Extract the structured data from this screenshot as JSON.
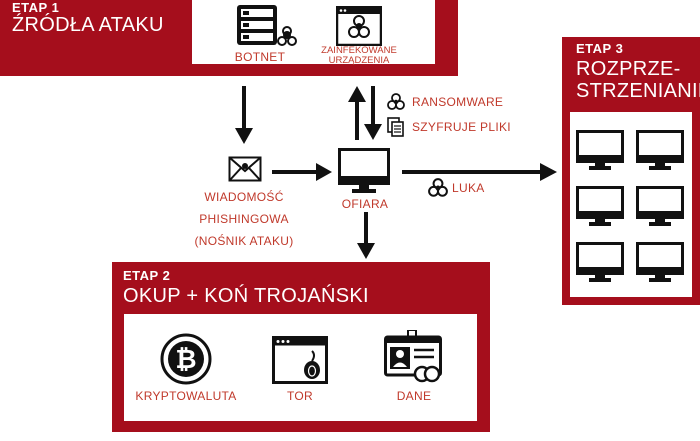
{
  "stage1": {
    "tag": "ETAP 1",
    "title": "ŹRÓDŁA ATAKU",
    "botnet": "BOTNET",
    "infected": [
      "ZAINFEKOWANE",
      "URZĄDZENIA"
    ]
  },
  "center": {
    "phishing": [
      "WIADOMOŚĆ",
      "PHISHINGOWA",
      "(NOŚNIK ATAKU)"
    ],
    "victim": "OFIARA",
    "ransomware": "RANSOMWARE",
    "encrypts": "SZYFRUJE PLIKI",
    "vulnerability": "LUKA"
  },
  "stage2": {
    "tag": "ETAP 2",
    "title": "OKUP + KOŃ TROJAŃSKI",
    "crypto": "KRYPTOWALUTA",
    "tor": "TOR",
    "data": "DANE"
  },
  "stage3": {
    "tag": "ETAP 3",
    "title": [
      "ROZPRZE-",
      "STRZENIANIE"
    ]
  },
  "colors": {
    "accent": "#a50e1c",
    "label": "#c0392b",
    "icon": "#111111"
  }
}
